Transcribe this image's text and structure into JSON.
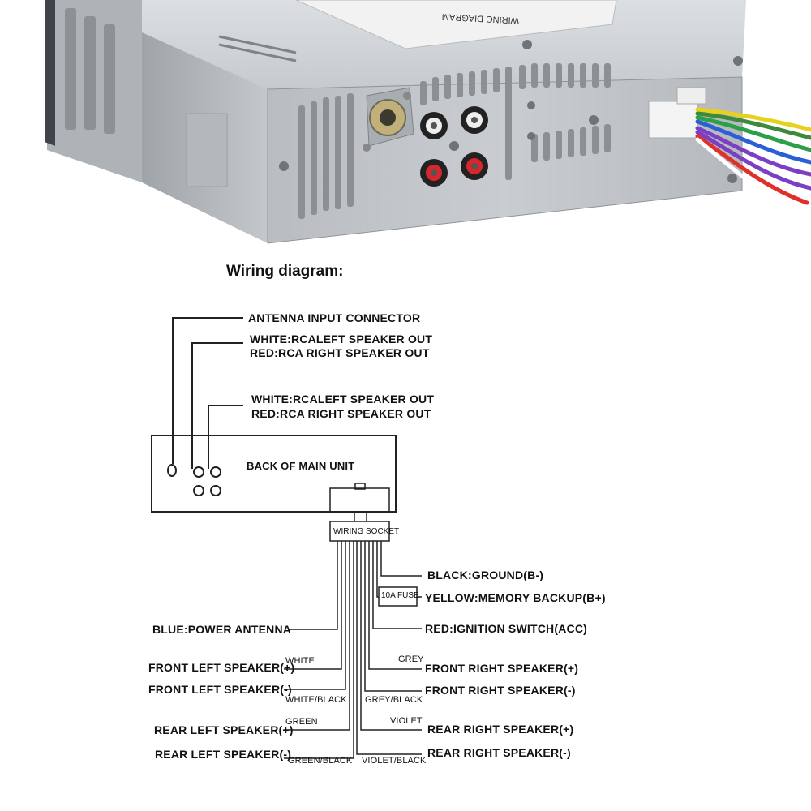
{
  "title": "Wiring diagram:",
  "photo": {
    "label_text": "WIRING DIAGRAM"
  },
  "top_labels": {
    "antenna": "ANTENNA INPUT CONNECTOR",
    "rca1_white": "WHITE:RCALEFT SPEAKER OUT",
    "rca1_red": "RED:RCA RIGHT SPEAKER OUT",
    "rca2_white": "WHITE:RCALEFT SPEAKER OUT",
    "rca2_red": "RED:RCA RIGHT SPEAKER OUT"
  },
  "unit_label": "BACK OF MAIN UNIT",
  "socket_label": "WIRING SOCKET",
  "fuse_label": "10A FUSE",
  "right_labels": {
    "ground": "BLACK:GROUND(B-)",
    "memory": "YELLOW:MEMORY BACKUP(B+)",
    "ignition": "RED:IGNITION SWITCH(ACC)",
    "fr_plus": "FRONT RIGHT SPEAKER(+)",
    "fr_minus": "FRONT RIGHT SPEAKER(-)",
    "rr_plus": "REAR RIGHT SPEAKER(+)",
    "rr_minus": "REAR RIGHT SPEAKER(-)"
  },
  "left_labels": {
    "power_antenna": "BLUE:POWER ANTENNA",
    "fl_plus": "FRONT LEFT SPEAKER(+)",
    "fl_minus": "FRONT LEFT SPEAKER(-)",
    "rl_plus": "REAR LEFT SPEAKER(+)",
    "rl_minus": "REAR LEFT SPEAKER(-)"
  },
  "wire_colors": {
    "white": "WHITE",
    "white_black": "WHITE/BLACK",
    "green": "GREEN",
    "green_black": "GREEN/BLACK",
    "grey": "GREY",
    "grey_black": "GREY/BLACK",
    "violet": "VIOLET",
    "violet_black": "VIOLET/BLACK"
  },
  "harness_colors": [
    "#7a3fc4",
    "#2a5fd6",
    "#2aa048",
    "#e6d21c",
    "#e0302a",
    "#ffffff",
    "#999999"
  ]
}
